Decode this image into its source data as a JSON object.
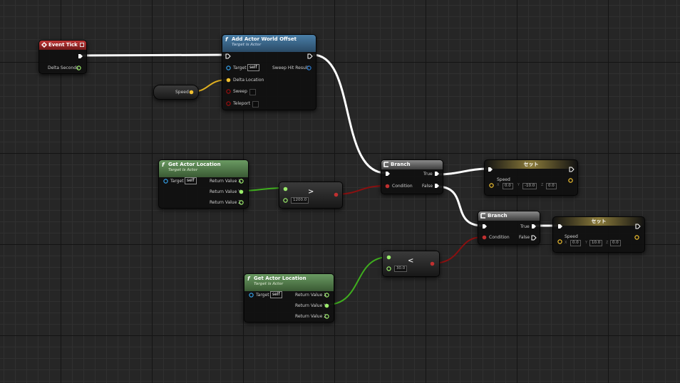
{
  "graph": {
    "nodes": {
      "event_tick": {
        "title": "Event Tick",
        "delta_seconds": "Delta Seconds"
      },
      "add_offset": {
        "title": "Add Actor World Offset",
        "subtitle": "Target is Actor",
        "target_label": "Target",
        "target_value": "self",
        "delta_location": "Delta Location",
        "sweep": "Sweep",
        "teleport": "Teleport",
        "sweep_hit": "Sweep Hit Result"
      },
      "speed_var": {
        "label": "Speed"
      },
      "get_loc_1": {
        "title": "Get Actor Location",
        "subtitle": "Target is Actor",
        "target_label": "Target",
        "target_value": "self",
        "rx": "Return Value X",
        "ry": "Return Value Y",
        "rz": "Return Value Z"
      },
      "gt": {
        "op": ">",
        "value": "1200.0"
      },
      "branch_1": {
        "title": "Branch",
        "true_label": "True",
        "false_label": "False",
        "condition": "Condition"
      },
      "set_1": {
        "title": "セット",
        "var": "Speed",
        "x_label": "X",
        "x": "0.0",
        "y_label": "Y",
        "y": "-10.0",
        "z_label": "Z",
        "z": "0.0"
      },
      "branch_2": {
        "title": "Branch",
        "true_label": "True",
        "false_label": "False",
        "condition": "Condition"
      },
      "set_2": {
        "title": "セット",
        "var": "Speed",
        "x_label": "X",
        "x": "0.0",
        "y_label": "Y",
        "y": "10.0",
        "z_label": "Z",
        "z": "0.0"
      },
      "lt": {
        "op": "<",
        "value": "30.0"
      },
      "get_loc_2": {
        "title": "Get Actor Location",
        "subtitle": "Target is Actor",
        "target_label": "Target",
        "target_value": "self",
        "rx": "Return Value X",
        "ry": "Return Value Y",
        "rz": "Return Value Z"
      }
    },
    "colors": {
      "exec": "#ffffff",
      "float": "#9bec6b",
      "float_wire": "#45b81a",
      "vector": "#f0c030",
      "bool": "#9a0e0e",
      "object": "#35a0e8",
      "struct": "#2a7bd0",
      "event_header": "#b02626",
      "function_header": "#3c6a92",
      "pure_header": "#5a8a52",
      "setter": "#a8903a"
    }
  }
}
